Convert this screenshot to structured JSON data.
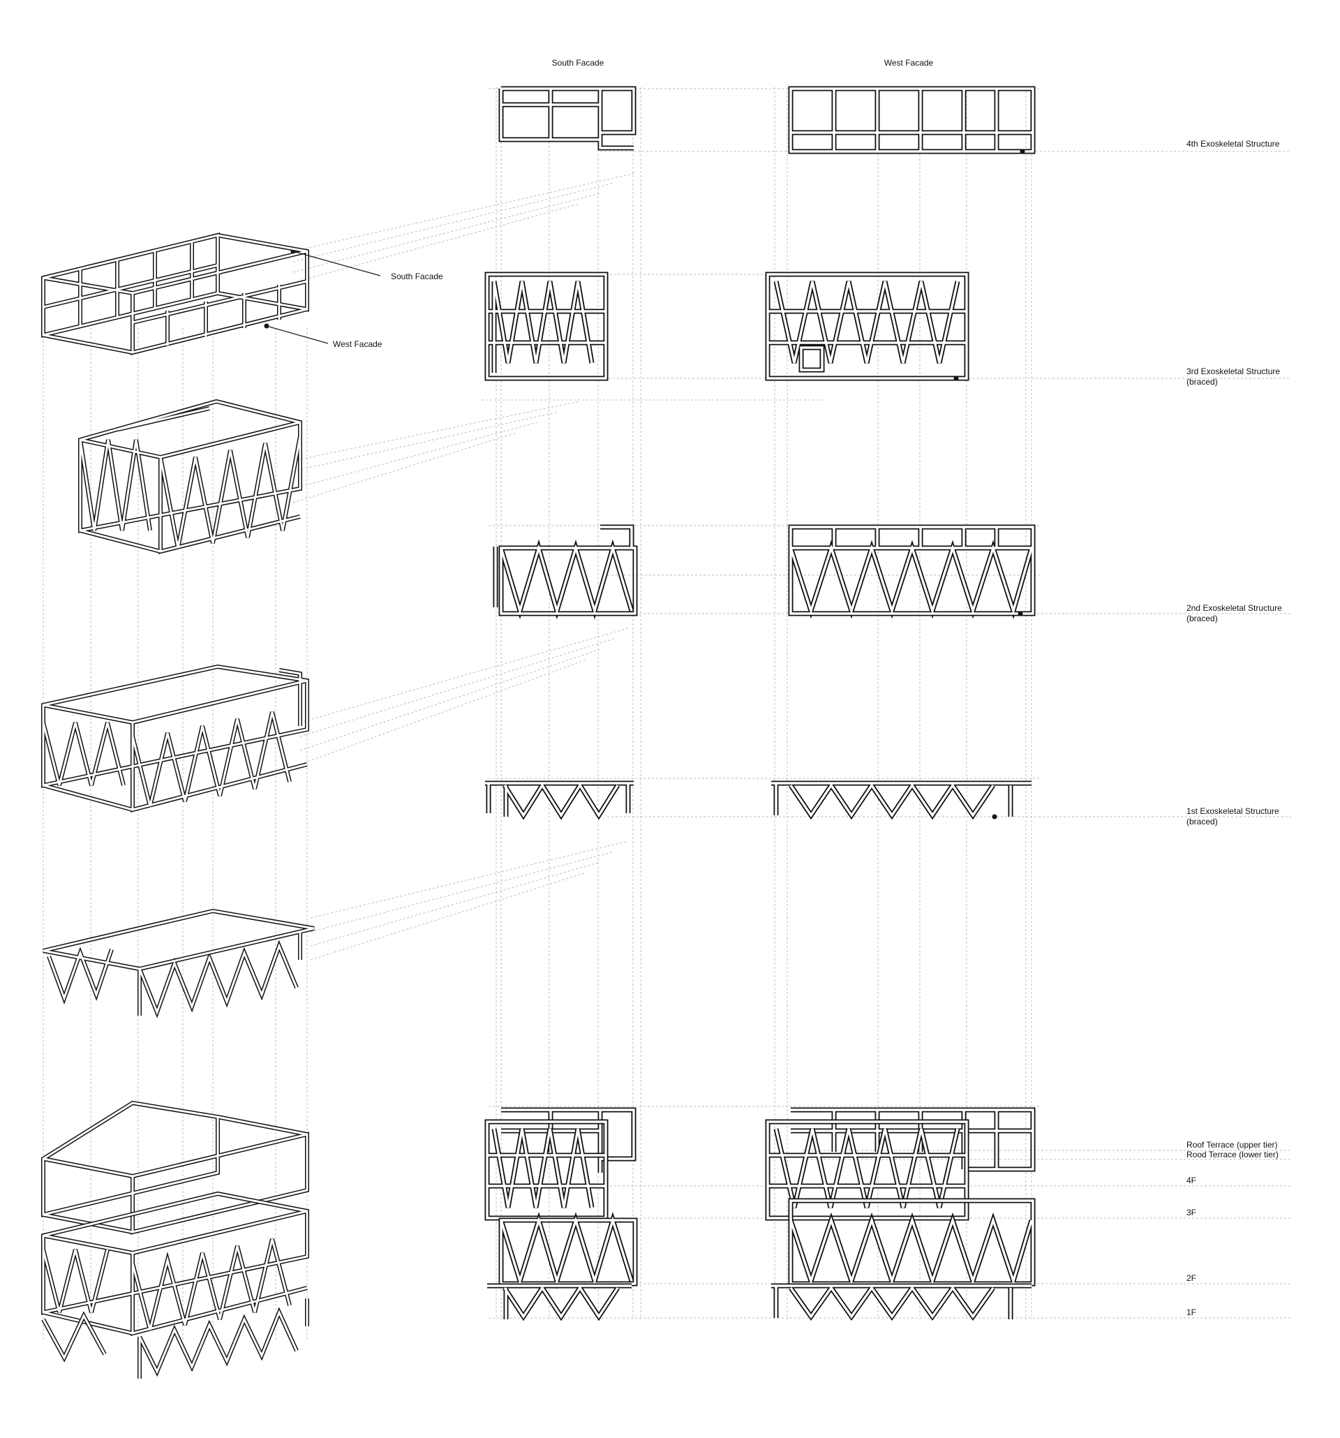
{
  "headers": {
    "south_facade": "South Facade",
    "west_facade": "West Facade"
  },
  "iso_labels": {
    "south_facade": "South Facade",
    "west_facade": "West Facade"
  },
  "structure_labels": [
    {
      "line1": "4th Exoskeletal Structure",
      "line2": ""
    },
    {
      "line1": "3rd Exoskeletal Structure",
      "line2": "(braced)"
    },
    {
      "line1": "2nd Exoskeletal Structure",
      "line2": "(braced)"
    },
    {
      "line1": "1st Exoskeletal Structure",
      "line2": "(braced)"
    }
  ],
  "level_labels": {
    "roof_upper": "Roof Terrace (upper tier)",
    "roof_lower": "Rood Terrace (lower tier)",
    "f4": "4F",
    "f3": "3F",
    "f2": "2F",
    "f1": "1F"
  },
  "colors": {
    "ink": "#111111",
    "guide": "#bcbcbc",
    "paper": "#ffffff"
  }
}
